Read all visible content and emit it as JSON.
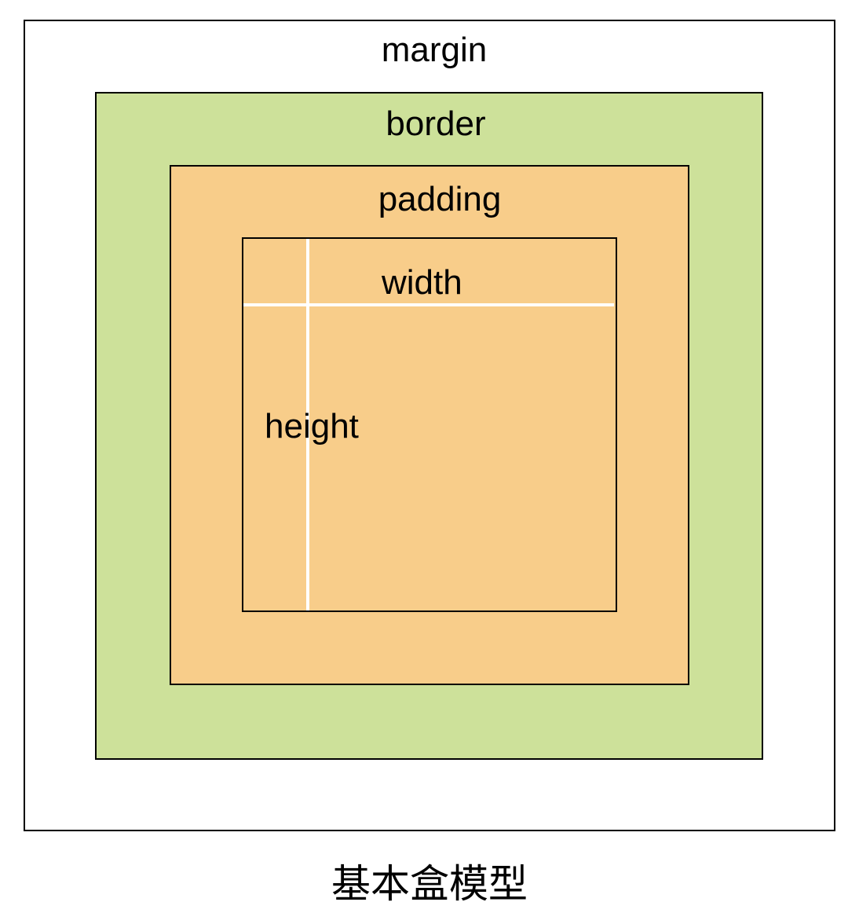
{
  "colors": {
    "margin": "#ffffff",
    "border": "#cde19a",
    "padding": "#f8cd8a",
    "content": "#f8cd8a",
    "outline": "#000000",
    "guide_lines": "#ffffff"
  },
  "labels": {
    "margin": "margin",
    "border": "border",
    "padding": "padding",
    "width": "width",
    "height": "height"
  },
  "caption": "基本盒模型"
}
